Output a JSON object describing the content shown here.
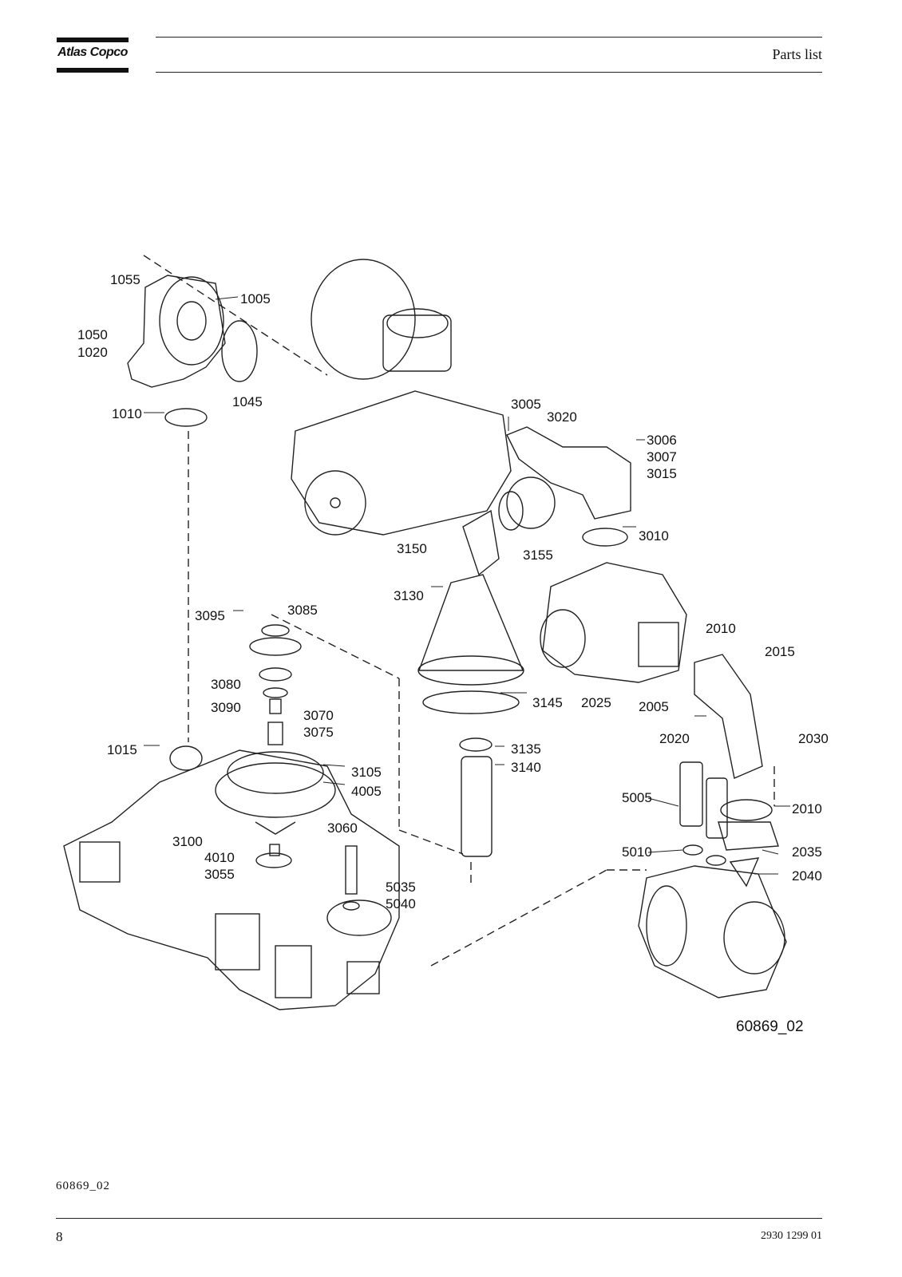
{
  "header": {
    "brand": "Atlas Copco",
    "section_title": "Parts list"
  },
  "drawing": {
    "reference": "60869_02",
    "labels": [
      "1055",
      "1005",
      "1050",
      "1020",
      "1045",
      "1010",
      "3005",
      "3020",
      "3006",
      "3007",
      "3015",
      "3010",
      "3150",
      "3155",
      "3130",
      "3095",
      "3085",
      "2010",
      "2015",
      "3080",
      "3090",
      "3070",
      "3075",
      "3145",
      "2025",
      "2005",
      "1015",
      "3105",
      "4005",
      "3135",
      "3140",
      "2020",
      "2030",
      "5005",
      "2010",
      "3100",
      "3060",
      "4010",
      "3055",
      "5010",
      "2035",
      "5035",
      "5040",
      "2040"
    ]
  },
  "footer": {
    "figure_code": "60869_02",
    "page_number": "8",
    "document_number": "2930 1299 01"
  }
}
